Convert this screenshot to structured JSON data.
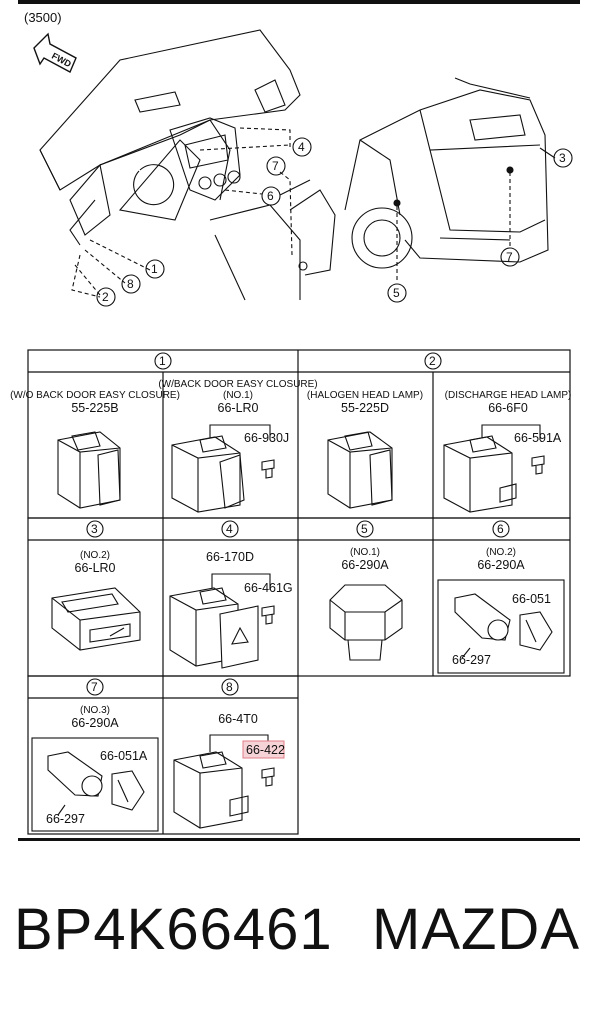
{
  "diagram": {
    "ref_code": "(3500)",
    "fwd_label": "FWD",
    "callouts": [
      "1",
      "2",
      "3",
      "4",
      "5",
      "6",
      "7",
      "8"
    ],
    "groups": [
      {
        "num": "1"
      },
      {
        "num": "2"
      },
      {
        "num": "3"
      },
      {
        "num": "4"
      },
      {
        "num": "5"
      },
      {
        "num": "6"
      },
      {
        "num": "7"
      },
      {
        "num": "8"
      }
    ],
    "cells": [
      {
        "desc": "(W/O BACK DOOR EASY CLOSURE)",
        "part": "55-225B"
      },
      {
        "desc": "(W/BACK DOOR EASY CLOSURE)",
        "sub": "(NO.1)",
        "part": "66-LR0",
        "extra": [
          "66-930J"
        ]
      },
      {
        "desc": "(HALOGEN HEAD LAMP)",
        "part": "55-225D"
      },
      {
        "desc": "(DISCHARGE HEAD LAMP)",
        "part": "66-6F0",
        "extra": [
          "66-591A"
        ]
      },
      {
        "sub": "(NO.2)",
        "part": "66-LR0"
      },
      {
        "part": "66-170D",
        "extra": [
          "66-461G"
        ]
      },
      {
        "sub": "(NO.1)",
        "part": "66-290A"
      },
      {
        "sub": "(NO.2)",
        "part": "66-290A",
        "extra": [
          "66-051",
          "66-297"
        ]
      },
      {
        "sub": "(NO.3)",
        "part": "66-290A",
        "extra": [
          "66-051A",
          "66-297"
        ]
      },
      {
        "part": "66-4T0",
        "extra": [
          "66-422"
        ]
      }
    ]
  },
  "footer": {
    "part_number": "BP4K66461",
    "brand": "MAZDA"
  },
  "colors": {
    "line": "#111111",
    "highlight_fill": "#f6d3d6",
    "highlight_stroke": "#e07f88"
  }
}
